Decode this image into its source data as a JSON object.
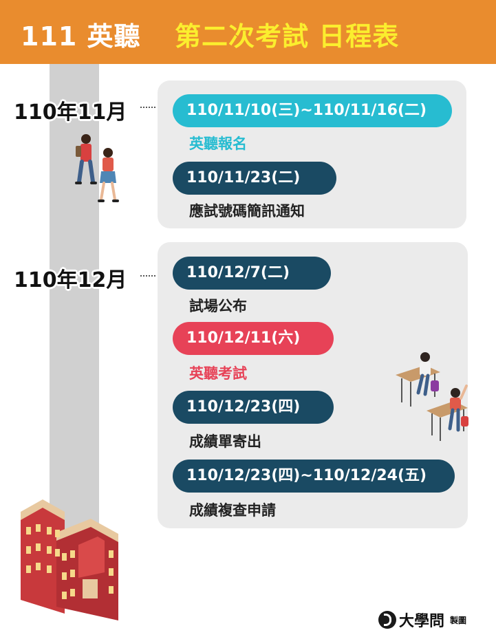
{
  "header": {
    "left": "111 英聽",
    "right": "第二次考試 日程表"
  },
  "months": [
    {
      "label": "110年11月",
      "events": [
        {
          "date": "110/11/10(三)~110/11/16(二)",
          "desc": "英聽報名",
          "style": "cyan"
        },
        {
          "date": "110/11/23(二)",
          "desc": "應試號碼簡訊通知",
          "style": "navy"
        }
      ]
    },
    {
      "label": "110年12月",
      "events": [
        {
          "date": "110/12/7(二)",
          "desc": "試場公布",
          "style": "navy"
        },
        {
          "date": "110/12/11(六)",
          "desc": "英聽考試",
          "style": "red"
        },
        {
          "date": "110/12/23(四)",
          "desc": "成績單寄出",
          "style": "navy"
        },
        {
          "date": "110/12/23(四)~110/12/24(五)",
          "desc": "成績複查申請",
          "style": "navy"
        }
      ]
    }
  ],
  "credit": {
    "brand": "大學問",
    "note": "製圖"
  },
  "colors": {
    "header": "#e98c2e",
    "title_yellow": "#fbee2e",
    "cyan": "#27bcd1",
    "navy": "#1a4a63",
    "red": "#e74257"
  }
}
